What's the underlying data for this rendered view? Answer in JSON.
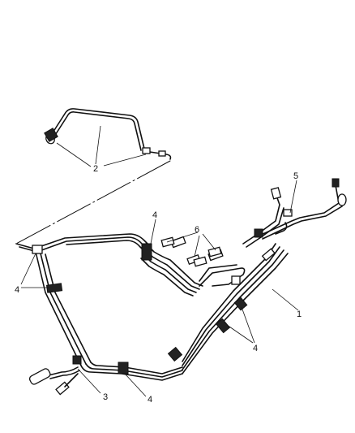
{
  "callouts": {
    "c1": "1",
    "c2": "2",
    "c3": "3",
    "c4a": "4",
    "c4b": "4",
    "c4c": "4",
    "c4d": "4",
    "c5": "5",
    "c6": "6"
  }
}
